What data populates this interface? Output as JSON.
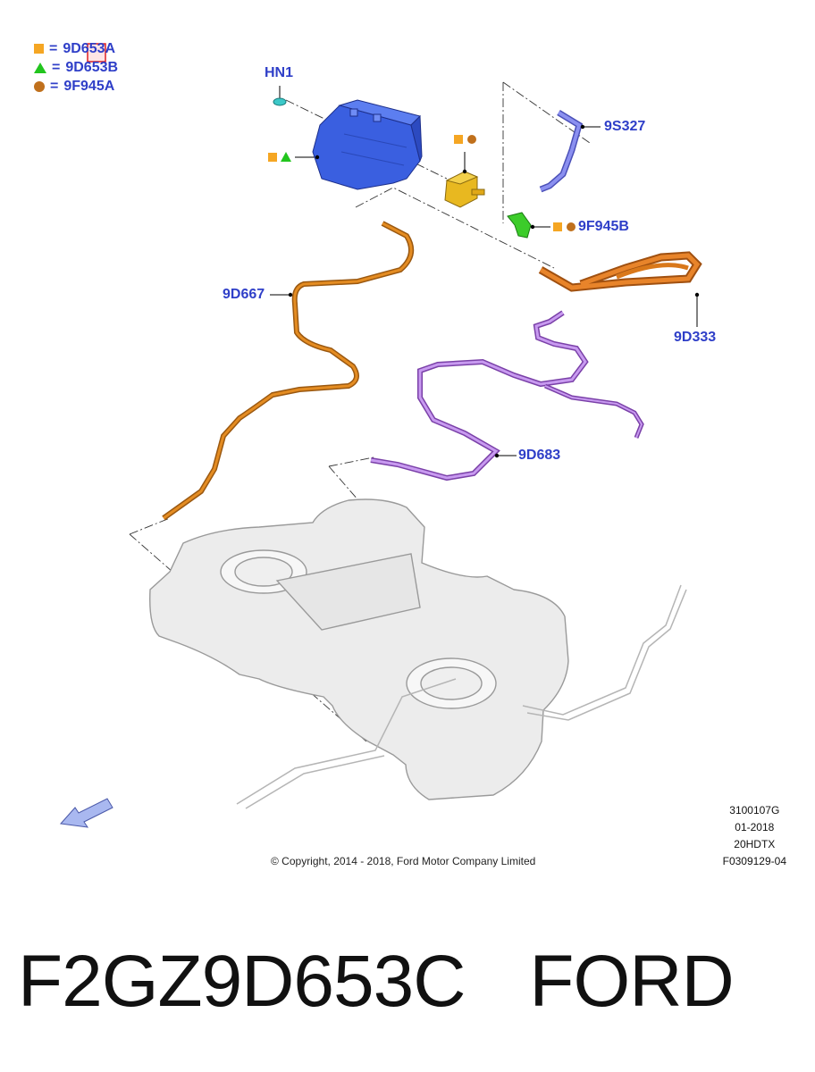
{
  "legend": [
    {
      "symbol": "square-icon",
      "color": "#f5a623",
      "code": "9D653A"
    },
    {
      "symbol": "triangle-icon",
      "color": "#22c51e",
      "code": "9D653B"
    },
    {
      "symbol": "circle-icon",
      "color": "#c0701c",
      "code": "9F945A"
    }
  ],
  "legend_eq": "=",
  "callouts": {
    "hn1": "HN1",
    "9s327": "9S327",
    "9f945b": "9F945B",
    "9d667": "9D667",
    "9d333": "9D333",
    "9d683": "9D683"
  },
  "meta": [
    "3100107G",
    "01-2018",
    "20HDTX",
    "F0309129-04"
  ],
  "copyright": "© Copyright, 2014 - 2018, Ford Motor Company Limited",
  "footer": {
    "part_number": "F2GZ9D653C",
    "brand": "FORD"
  },
  "colors": {
    "canister": "#3a5fe0",
    "valve": "#e8b820",
    "connector": "#3ccc2a",
    "hose_9s327": "#6a6ee0",
    "line_9d667": "#d07a18",
    "hose_9d333": "#d9781a",
    "tube_9d683": "#b47ad8",
    "label": "#2f3fc8"
  }
}
